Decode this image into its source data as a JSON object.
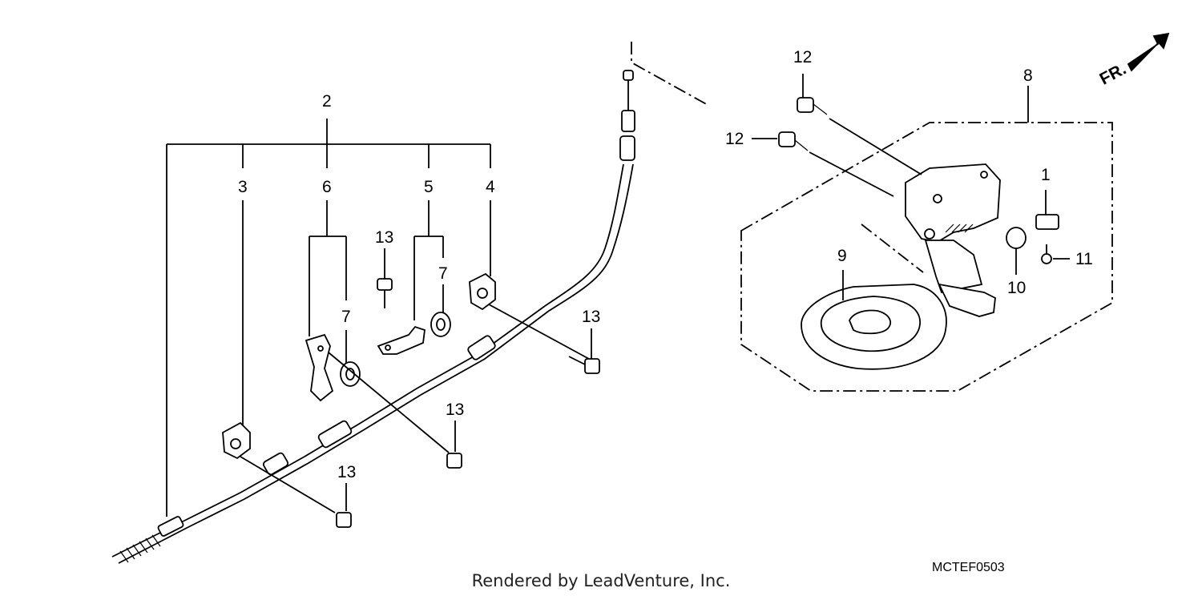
{
  "callouts": [
    {
      "id": "c2",
      "text": "2"
    },
    {
      "id": "c3",
      "text": "3"
    },
    {
      "id": "c6",
      "text": "6"
    },
    {
      "id": "c5",
      "text": "5"
    },
    {
      "id": "c4",
      "text": "4"
    },
    {
      "id": "c13a",
      "text": "13"
    },
    {
      "id": "c7a",
      "text": "7"
    },
    {
      "id": "c7b",
      "text": "7"
    },
    {
      "id": "c13b",
      "text": "13"
    },
    {
      "id": "c13c",
      "text": "13"
    },
    {
      "id": "c13d",
      "text": "13"
    },
    {
      "id": "c12a",
      "text": "12"
    },
    {
      "id": "c12b",
      "text": "12"
    },
    {
      "id": "c8",
      "text": "8"
    },
    {
      "id": "c1",
      "text": "1"
    },
    {
      "id": "c9",
      "text": "9"
    },
    {
      "id": "c10",
      "text": "10"
    },
    {
      "id": "c11",
      "text": "11"
    }
  ],
  "front_marker": "FR.",
  "diagram_code": "MCTEF0503",
  "footer": "Rendered by LeadVenture, Inc."
}
